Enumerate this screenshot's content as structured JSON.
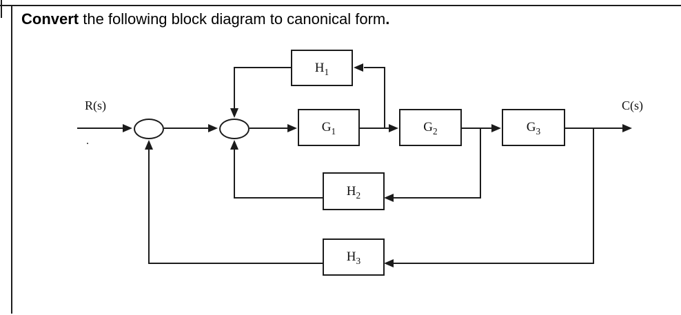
{
  "title": {
    "bold": "Convert",
    "rest": " the following block diagram to canonical form",
    "period": "."
  },
  "diagram": {
    "input_label": "R(s)",
    "output_label": "C(s)",
    "stray_mark": ".",
    "blocks": {
      "h1": {
        "main": "H",
        "sub": "1"
      },
      "g1": {
        "main": "G",
        "sub": "1"
      },
      "g2": {
        "main": "G",
        "sub": "2"
      },
      "g3": {
        "main": "G",
        "sub": "3"
      },
      "h2": {
        "main": "H",
        "sub": "2"
      },
      "h3": {
        "main": "H",
        "sub": "3"
      }
    },
    "connections": [
      "R(s) -> sum1",
      "sum1 -> sum2",
      "sum2 -> G1",
      "G1 -> G2",
      "G2 -> G3",
      "G3 -> C(s)",
      "tap after G1 -> H1 -> sum2 top input (arrow down)",
      "tap after G2 -> H2 -> sum2 bottom input (arrow up)",
      "tap after G3 -> H3 -> sum1 bottom input (arrow up)"
    ],
    "colors": {
      "line": "#1b1b1b",
      "block_fill": "#ffffff",
      "background": "#ffffff"
    }
  }
}
